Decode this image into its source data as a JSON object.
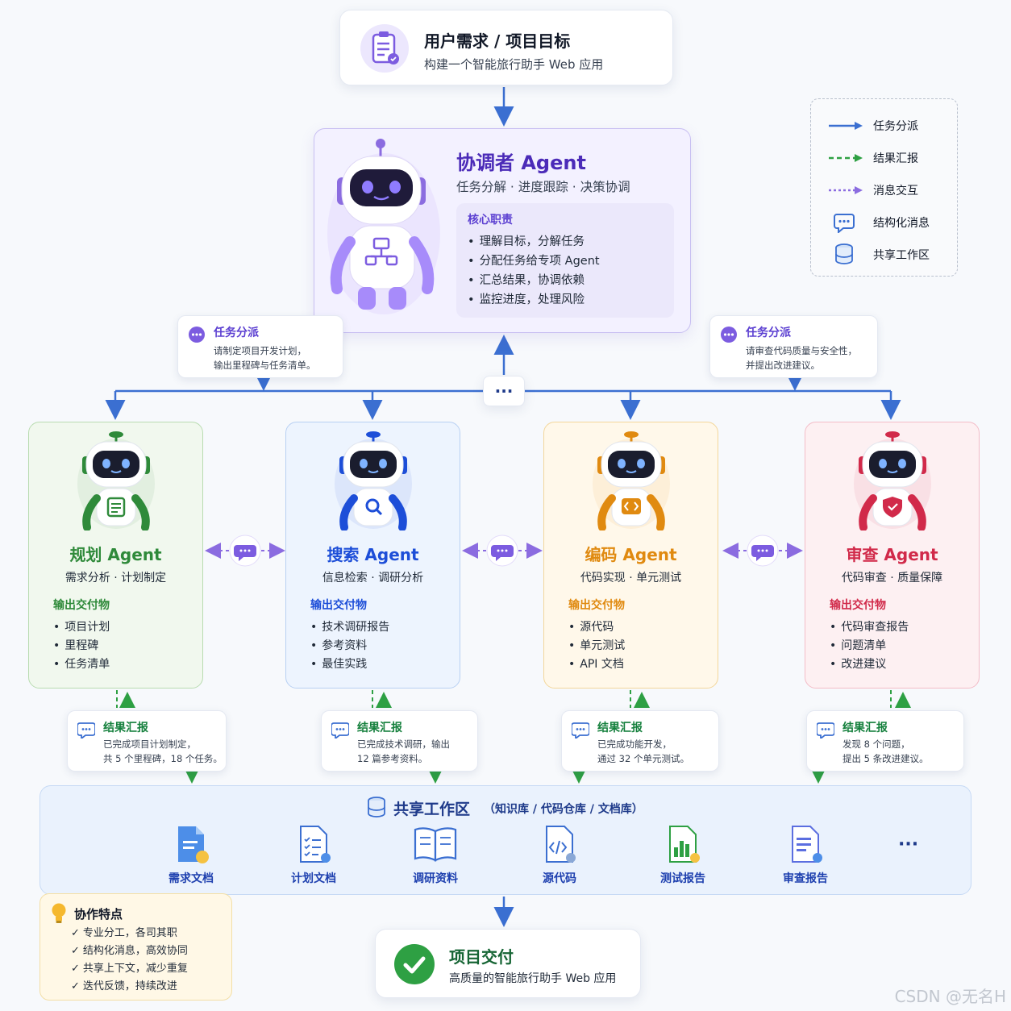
{
  "top": {
    "title": "用户需求 / 项目目标",
    "subtitle": "构建一个智能旅行助手 Web 应用"
  },
  "coordinator": {
    "title": "协调者 Agent",
    "subtitle": "任务分解 · 进度跟踪 · 决策协调",
    "box_title": "核心职责",
    "items": [
      "理解目标，分解任务",
      "分配任务给专项 Agent",
      "汇总结果，协调依赖",
      "监控进度，处理风险"
    ]
  },
  "dispatch_left": {
    "title": "任务分派",
    "desc": "请制定项目开发计划，\n输出里程碑与任务清单。"
  },
  "dispatch_right": {
    "title": "任务分派",
    "desc": "请审查代码质量与安全性，\n并提出改进建议。"
  },
  "hub_label": "···",
  "legend": {
    "items": [
      {
        "label": "任务分派",
        "icon": "solid-arrow-icon"
      },
      {
        "label": "结果汇报",
        "icon": "dashed-arrow-icon"
      },
      {
        "label": "消息交互",
        "icon": "dotted-arrow-icon"
      },
      {
        "label": "结构化消息",
        "icon": "chat-bubble-icon"
      },
      {
        "label": "共享工作区",
        "icon": "database-icon"
      }
    ]
  },
  "agents": [
    {
      "title": "规划 Agent",
      "subtitle": "需求分析 · 计划制定",
      "out_title": "输出交付物",
      "items": [
        "项目计划",
        "里程碑",
        "任务清单"
      ],
      "color": "#2f8a3a",
      "bg": "#f1f8ee",
      "border": "#b9dcb1"
    },
    {
      "title": "搜索 Agent",
      "subtitle": "信息检索 · 调研分析",
      "out_title": "输出交付物",
      "items": [
        "技术调研报告",
        "参考资料",
        "最佳实践"
      ],
      "color": "#1d4ed8",
      "bg": "#edf4fe",
      "border": "#b8d0f3"
    },
    {
      "title": "编码 Agent",
      "subtitle": "代码实现 · 单元测试",
      "out_title": "输出交付物",
      "items": [
        "源代码",
        "单元测试",
        "API 文档"
      ],
      "color": "#e08a10",
      "bg": "#fff8ea",
      "border": "#f3d79b"
    },
    {
      "title": "审查 Agent",
      "subtitle": "代码审查 · 质量保障",
      "out_title": "输出交付物",
      "items": [
        "代码审查报告",
        "问题清单",
        "改进建议"
      ],
      "color": "#d12a4a",
      "bg": "#fdf0f2",
      "border": "#f3bcc7"
    }
  ],
  "results": [
    {
      "title": "结果汇报",
      "desc": "已完成项目计划制定，\n共 5 个里程碑，18 个任务。"
    },
    {
      "title": "结果汇报",
      "desc": "已完成技术调研，输出\n12 篇参考资料。"
    },
    {
      "title": "结果汇报",
      "desc": "已完成功能开发，\n通过 32 个单元测试。"
    },
    {
      "title": "结果汇报",
      "desc": "发现 8 个问题，\n提出 5 条改进建议。"
    }
  ],
  "workspace": {
    "title": "共享工作区",
    "subtitle": "（知识库 / 代码仓库 / 文档库）",
    "docs": [
      "需求文档",
      "计划文档",
      "调研资料",
      "源代码",
      "测试报告",
      "审查报告"
    ],
    "more": "···"
  },
  "features": {
    "title": "协作特点",
    "items": [
      "专业分工，各司其职",
      "结构化消息，高效协同",
      "共享上下文，减少重复",
      "迭代反馈，持续改进"
    ]
  },
  "delivery": {
    "title": "项目交付",
    "subtitle": "高质量的智能旅行助手 Web 应用"
  },
  "watermark": "CSDN @无名H",
  "colors": {
    "dispatch": "#3b7ddd",
    "report": "#2ea043",
    "message": "#8b6ce0",
    "coordinator": "#4b2bb8"
  }
}
